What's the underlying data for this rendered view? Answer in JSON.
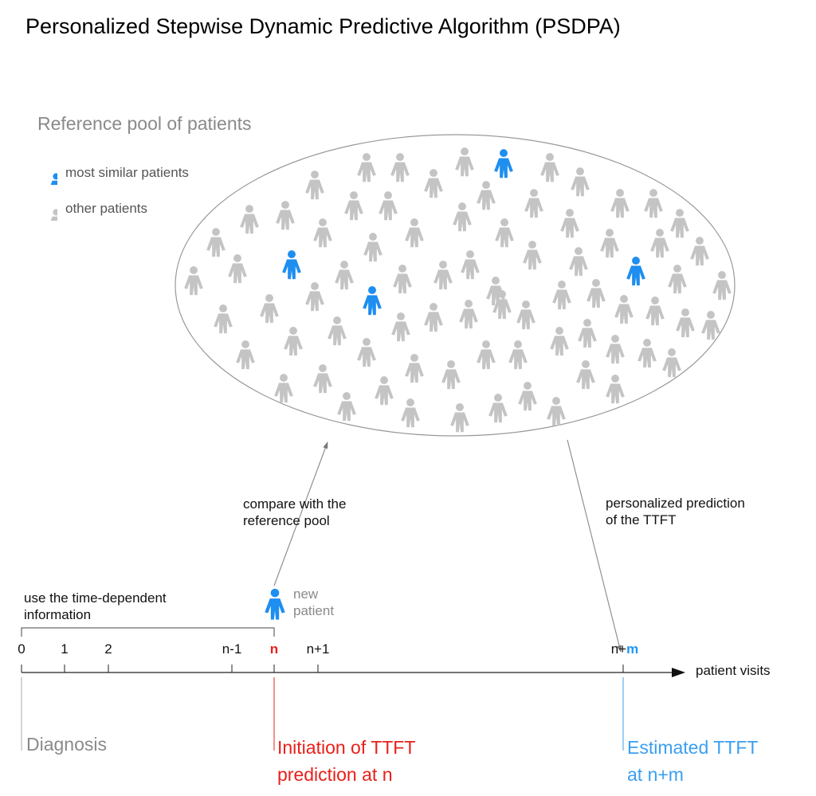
{
  "title": "Personalized Stepwise Dynamic Predictive Algorithm (PSDPA)",
  "pool": {
    "title": "Reference pool of patients",
    "legend": {
      "similar": "most similar patients",
      "other": "other patients"
    }
  },
  "steps": {
    "compare": [
      "compare with the",
      "reference pool"
    ],
    "personalized": [
      "personalized prediction",
      "of the TTFT"
    ],
    "time_info": [
      "use the time-dependent",
      "information"
    ],
    "new_patient": [
      "new",
      "patient"
    ]
  },
  "timeline": {
    "ticks": [
      "0",
      "1",
      "2",
      "n-1",
      "n",
      "n+1"
    ],
    "tick_last_prefix": "n+",
    "tick_last_suffix": "m",
    "axis_label": "patient visits"
  },
  "events": {
    "diagnosis": "Diagnosis",
    "initiation": [
      "Initiation of TTFT",
      "prediction at n"
    ],
    "estimated": [
      "Estimated TTFT",
      "at n+m"
    ]
  },
  "colors": {
    "similar": "#1e8ef0",
    "other": "#c4c4c4",
    "red": "#e8201a",
    "blue": "#3b9ff0"
  }
}
